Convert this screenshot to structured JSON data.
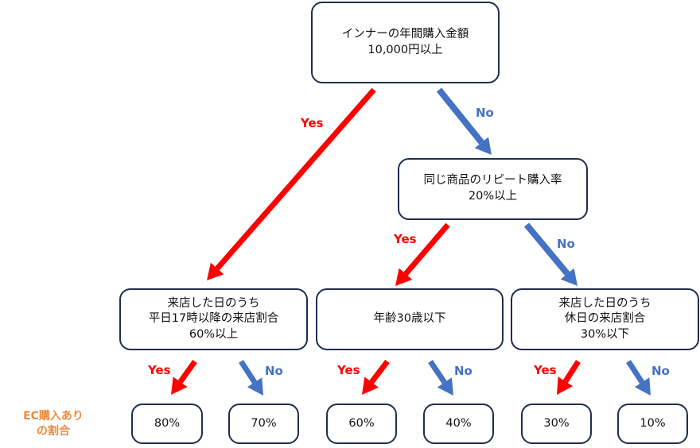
{
  "root": {
    "line1": "インナーの年間購入金額",
    "line2": "10,000円以上"
  },
  "mid": {
    "line1": "同じ商品のリピート購入率",
    "line2": "20%以上"
  },
  "level2": [
    {
      "lines": [
        "来店した日のうち",
        "平日17時以降の来店割合",
        "60%以上"
      ]
    },
    {
      "lines": [
        "年齢30歳以下"
      ]
    },
    {
      "lines": [
        "来店した日のうち",
        "休日の来店割合",
        "30%以下"
      ]
    }
  ],
  "leaves": [
    "80%",
    "70%",
    "60%",
    "40%",
    "30%",
    "10%"
  ],
  "yes_label": "Yes",
  "no_label": "No",
  "ec_label": {
    "line1": "EC購入あり",
    "line2": "の割合"
  },
  "colors": {
    "yes": "#ff0000",
    "no": "#4472c4",
    "border": "#1f2d4d",
    "ec": "#f08a3a"
  }
}
